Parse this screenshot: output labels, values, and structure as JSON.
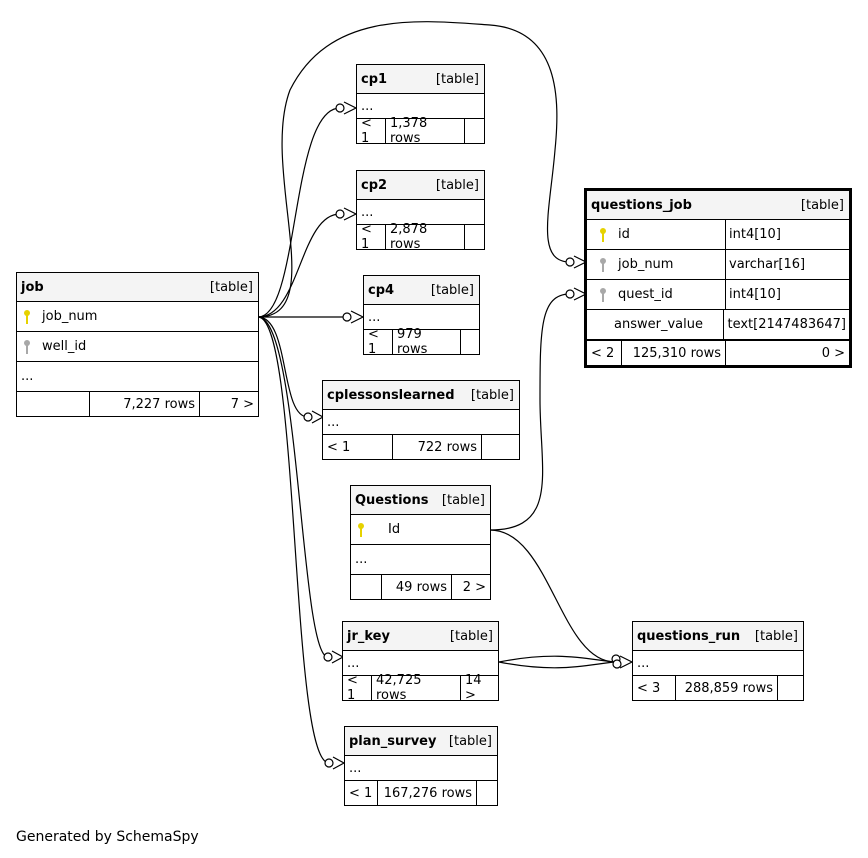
{
  "tables": {
    "job": {
      "name": "job",
      "tag": "[table]",
      "columns": [
        "job_num",
        "well_id"
      ],
      "ellipsis": "...",
      "rows": "7,227 rows",
      "children": "7 >"
    },
    "cp1": {
      "name": "cp1",
      "tag": "[table]",
      "ellipsis": "...",
      "parents": "< 1",
      "rows": "1,378 rows"
    },
    "cp2": {
      "name": "cp2",
      "tag": "[table]",
      "ellipsis": "...",
      "parents": "< 1",
      "rows": "2,878 rows"
    },
    "cp4": {
      "name": "cp4",
      "tag": "[table]",
      "ellipsis": "...",
      "parents": "< 1",
      "rows": "979 rows"
    },
    "cplessonslearned": {
      "name": "cplessonslearned",
      "tag": "[table]",
      "ellipsis": "...",
      "parents": "< 1",
      "rows": "722 rows"
    },
    "questions": {
      "name": "Questions",
      "tag": "[table]",
      "columns": [
        "Id"
      ],
      "ellipsis": "...",
      "rows": "49 rows",
      "children": "2 >"
    },
    "jr_key": {
      "name": "jr_key",
      "tag": "[table]",
      "ellipsis": "...",
      "parents": "< 1",
      "rows": "42,725 rows",
      "children": "14 >"
    },
    "plan_survey": {
      "name": "plan_survey",
      "tag": "[table]",
      "ellipsis": "...",
      "parents": "< 1",
      "rows": "167,276 rows"
    },
    "questions_job": {
      "name": "questions_job",
      "tag": "[table]",
      "columns": [
        {
          "name": "id",
          "type": "int4[10]"
        },
        {
          "name": "job_num",
          "type": "varchar[16]"
        },
        {
          "name": "quest_id",
          "type": "int4[10]"
        },
        {
          "name": "answer_value",
          "type": "text[2147483647]"
        }
      ],
      "parents": "< 2",
      "rows": "125,310 rows",
      "children": "0 >"
    },
    "questions_run": {
      "name": "questions_run",
      "tag": "[table]",
      "ellipsis": "...",
      "parents": "< 3",
      "rows": "288,859 rows"
    }
  },
  "colors": {
    "primary_key": "#e6d200",
    "foreign_key": "#a8a8a8",
    "header_bg": "#f4f4f4"
  },
  "footer": "Generated by SchemaSpy"
}
